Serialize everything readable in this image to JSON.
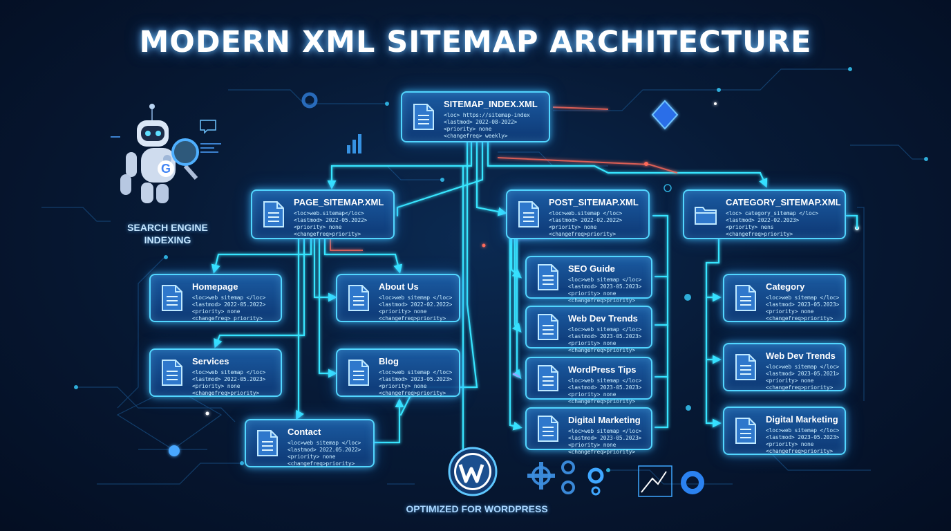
{
  "title": "MODERN XML SITEMAP ARCHITECTURE",
  "robot_label_line1": "SEARCH ENGINE",
  "robot_label_line2": "INDEXING",
  "robot_badge": "G",
  "footer": "OPTIMIZED FOR WORDPRESS",
  "colors": {
    "accent": "#52d6ff",
    "node_fill": "#1a5aa8",
    "background": "#071a36",
    "wire": "#38e6ff",
    "wire_warm": "#ff6a5a"
  },
  "nodes": {
    "index": {
      "title": "SITEMAP_INDEX.XML",
      "icon": "document-icon",
      "lines": [
        "<loc> https://sitemap-index",
        "<lastmod> 2022-08-2022>",
        "<priority> none",
        "<changefreq> weekly>"
      ]
    },
    "page": {
      "title": "PAGE_SITEMAP.XML",
      "icon": "document-icon",
      "lines": [
        "<loc>web.sitemap</loc>",
        "<lastmod> 2022-05.2022>",
        "<priority> none",
        "<changefreq>priority>"
      ]
    },
    "post": {
      "title": "POST_SITEMAP.XML",
      "icon": "document-icon",
      "lines": [
        "<loc>web.sitemap </loc>",
        "<lastmod> 2022-02.2022>",
        "<priority> none",
        "<changefreq>priority>"
      ]
    },
    "category": {
      "title": "CATEGORY_SITEMAP.XML",
      "icon": "folder-icon",
      "lines": [
        "<loc> category_sitemap </loc>",
        "<lastmod> 2022-02.2023>",
        "<priority> nens",
        "<changefreq>priority>"
      ]
    },
    "homepage": {
      "title": "Homepage",
      "icon": "document-icon",
      "lines": [
        "<loc>web sitemap </loc>",
        "<lastmod> 2022-05.2022>",
        "<priority> none",
        "<changefreq> priority>"
      ]
    },
    "about": {
      "title": "About Us",
      "icon": "document-icon",
      "lines": [
        "<loc>web sitemap </loc>",
        "<lastmod> 2022-02.2022>",
        "<priority> none",
        "<changefreq>priority>"
      ]
    },
    "services": {
      "title": "Services",
      "icon": "document-icon",
      "lines": [
        "<loc>web sitemap </loc>",
        "<lastmod> 2022-05.2023>",
        "<priority> none",
        "<changefreq>priority>"
      ]
    },
    "blog": {
      "title": "Blog",
      "icon": "document-icon",
      "lines": [
        "<loc>web sitemap </loc>",
        "<lastmod> 2023-05.2023>",
        "<priority> none",
        "<changefreq>priority>"
      ]
    },
    "contact": {
      "title": "Contact",
      "icon": "document-icon",
      "lines": [
        "<loc>web sitemap </loc>",
        "<lastmod> 2022.05.2022>",
        "<priority> none",
        "<changefreq>priority>"
      ]
    },
    "seo": {
      "title": "SEO Guide",
      "icon": "document-icon",
      "lines": [
        "<loc>web sitemap </loc>",
        "<lastmod> 2023-05.2023>",
        "<priority> none",
        "<changefreq>priority>"
      ]
    },
    "webdev": {
      "title": "Web Dev Trends",
      "icon": "document-icon",
      "lines": [
        "<loc>web sitemap </loc>",
        "<lastmod> 2023-05.2023>",
        "<priority> none",
        "<changefreq>priority>"
      ]
    },
    "wptips": {
      "title": "WordPress Tips",
      "icon": "document-icon",
      "lines": [
        "<loc>web sitemap </loc>",
        "<lastmod> 2023-05.2023>",
        "<priority> none",
        "<changefreq>priority>"
      ]
    },
    "digital": {
      "title": "Digital Marketing",
      "icon": "document-icon",
      "lines": [
        "<loc>web sitemap </loc>",
        "<lastmod> 2023-05.2023>",
        "<priority> none",
        "<changefreq>priority>"
      ]
    },
    "cat1": {
      "title": "Category",
      "icon": "document-icon",
      "lines": [
        "<loc>web sitemap </loc>",
        "<lastmod> 2023-05.2023>",
        "<priority> none",
        "<changefreq>priority>"
      ]
    },
    "cat2": {
      "title": "Web Dev Trends",
      "icon": "document-icon",
      "lines": [
        "<loc>web sitemap </loc>",
        "<lastmod> 2023-05.2021>",
        "<priority> none",
        "<changefreq>priority>"
      ]
    },
    "cat3": {
      "title": "Digital Marketing",
      "icon": "document-icon",
      "lines": [
        "<loc>web sitemap </loc>",
        "<lastmod> 2023-05.2023>",
        "<priority> none",
        "<changefreq>priority>"
      ]
    }
  }
}
